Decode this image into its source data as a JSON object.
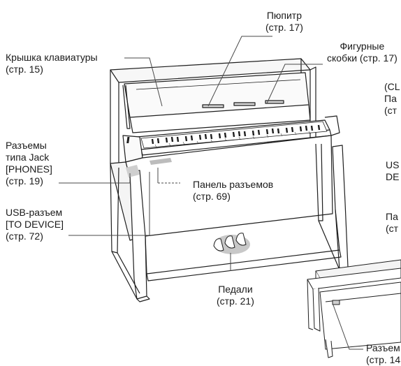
{
  "labels": {
    "music_rest": "Пюпитр\n(стр. 17)",
    "sheet_clips": "Фигурные\nскобки (стр. 17)",
    "key_cover": "Крышка клавиатуры\n(стр. 15)",
    "phones_jacks": "Разъемы\nтипа Jack\n[PHONES]\n(стр. 19)",
    "jack_panel": "Панель разъемов\n(стр. 69)",
    "usb_to_device": "USB-разъем\n[TO DEVICE]\n(стр. 72)",
    "pedals": "Педали\n(стр. 21)",
    "cut_right_1": "(CL\nПа\n(ст",
    "cut_right_2": "US\nDE",
    "cut_right_3": "Па\n(ст",
    "cut_bottom": "Разъем\n(стр. 14"
  },
  "colors": {
    "outline": "#1e1e1e",
    "leader": "#4a4a4a",
    "highlight": "#bcbcbc"
  }
}
